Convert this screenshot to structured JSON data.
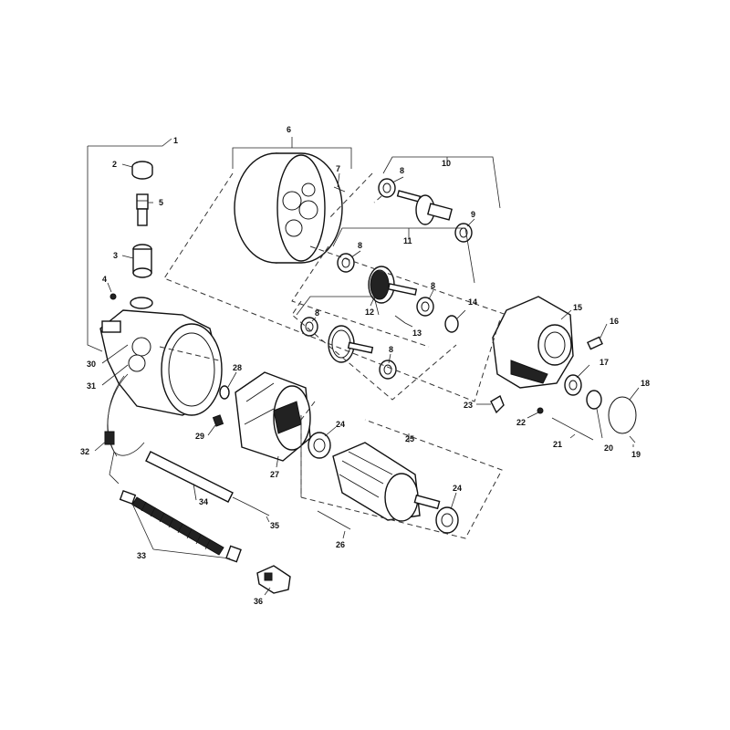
{
  "callouts": [
    "1",
    "2",
    "3",
    "4",
    "5",
    "6",
    "7",
    "8",
    "9",
    "10",
    "11",
    "12",
    "13",
    "14",
    "15",
    "16",
    "17",
    "18",
    "19",
    "20",
    "21",
    "22",
    "23",
    "24",
    "25",
    "26",
    "27",
    "28",
    "29",
    "30",
    "31",
    "32",
    "33",
    "34",
    "35",
    "36"
  ],
  "labels": {
    "n1": "1",
    "n2": "2",
    "n3": "3",
    "n4": "4",
    "n5": "5",
    "n6": "6",
    "n7": "7",
    "n8a": "8",
    "n8b": "8",
    "n8c": "8",
    "n8d": "8",
    "n8e": "8",
    "n9": "9",
    "n10": "10",
    "n11": "11",
    "n12": "12",
    "n13": "13",
    "n14": "14",
    "n15": "15",
    "n16": "16",
    "n17": "17",
    "n18": "18",
    "n19": "19",
    "n20": "20",
    "n21": "21",
    "n22": "22",
    "n23": "23",
    "n24a": "24",
    "n24b": "24",
    "n25": "25",
    "n26": "26",
    "n27": "27",
    "n28": "28",
    "n29": "29",
    "n30": "30",
    "n31": "31",
    "n32": "32",
    "n33": "33",
    "n34": "34",
    "n35": "35",
    "n36": "36"
  },
  "colors": {
    "line": "#111111",
    "background": "#ffffff",
    "shade": "#222222"
  }
}
